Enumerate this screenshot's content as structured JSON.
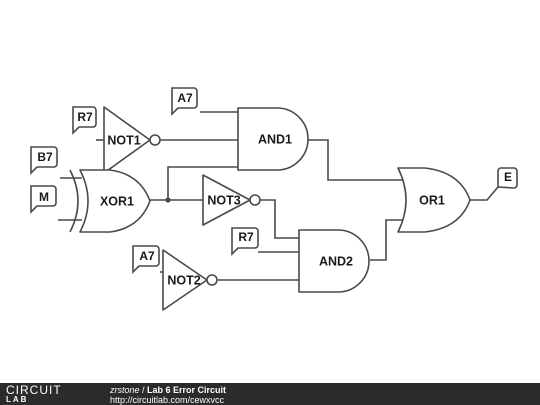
{
  "diagram": {
    "gates": {
      "not1": "NOT1",
      "not2": "NOT2",
      "not3": "NOT3",
      "xor1": "XOR1",
      "and1": "AND1",
      "and2": "AND2",
      "or1": "OR1"
    },
    "inputs": {
      "r7_top": "R7",
      "a7_top": "A7",
      "b7": "B7",
      "m": "M",
      "r7_mid": "R7",
      "a7_bottom": "A7"
    },
    "output": "E"
  },
  "footer": {
    "logo_top": "CIRCUIT",
    "logo_bottom": "LAB",
    "author": "zrstone",
    "separator": " / ",
    "title": "Lab 6 Error Circuit",
    "url": "http://circuitlab.com/cewxvcc"
  }
}
